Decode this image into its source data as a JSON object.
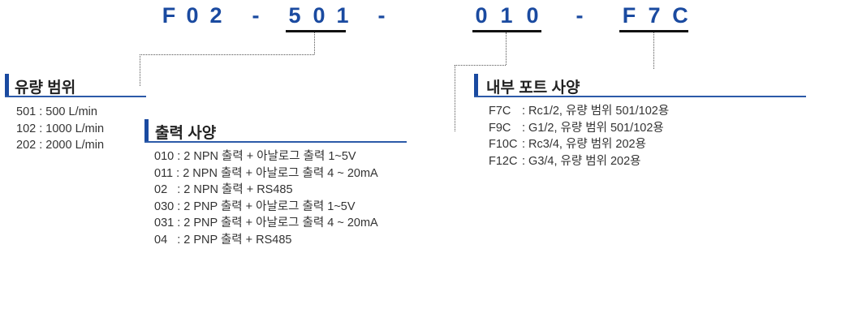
{
  "model_code": {
    "segments": [
      {
        "chars": [
          "F",
          "0",
          "2"
        ]
      },
      {
        "chars": [
          "5",
          "0",
          "1"
        ]
      },
      {
        "chars": [
          "0",
          "1",
          "0"
        ]
      },
      {
        "chars": [
          "F",
          "7",
          "C"
        ]
      }
    ],
    "separator": "-"
  },
  "flow_range": {
    "title": "유량 범위",
    "items": [
      "501 : 500 L/min",
      "102 : 1000 L/min",
      "202 : 2000 L/min"
    ]
  },
  "output_spec": {
    "title": "출력 사양",
    "items": [
      "010 : 2 NPN 출력 + 아날로그 출력 1~5V",
      "011 : 2 NPN 출력 + 아날로그 출력 4 ~ 20mA",
      "02   : 2 NPN 출력 + RS485",
      "030 : 2 PNP 출력 + 아날로그 출력 1~5V",
      "031 : 2 PNP 출력 + 아날로그 출력 4 ~ 20mA",
      "04   : 2 PNP 출력 + RS485"
    ]
  },
  "port_spec": {
    "title": "내부 포트 사양",
    "items": [
      {
        "code": "F7C",
        "desc": ": Rc1/2, 유량 범위 501/102용"
      },
      {
        "code": "F9C",
        "desc": ": G1/2, 유량 범위 501/102용"
      },
      {
        "code": "F10C",
        "desc": ": Rc3/4, 유량 범위 202용"
      },
      {
        "code": "F12C",
        "desc": ": G3/4, 유량 범위 202용"
      }
    ]
  },
  "colors": {
    "accent": "#1a4aa0",
    "rule": "#2c5aa8"
  }
}
